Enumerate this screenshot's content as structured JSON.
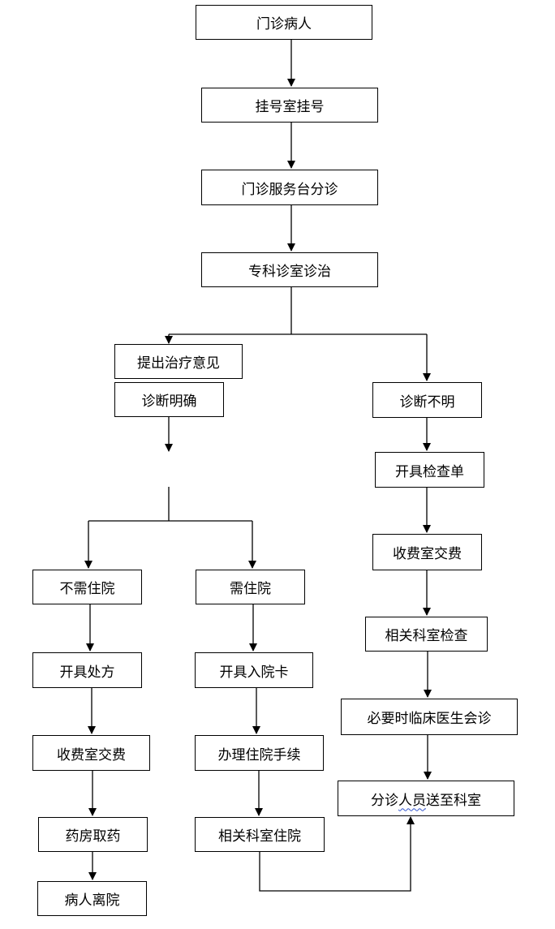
{
  "nodes": {
    "outpatient": "门诊病人",
    "registration": "挂号室挂号",
    "triage_desk": "门诊服务台分诊",
    "specialist": "专科诊室诊治",
    "opinion": "提出治疗意见",
    "diagnosis_clear": "诊断明确",
    "diagnosis_unclear": "诊断不明",
    "no_admission": "不需住院",
    "need_admission": "需住院",
    "prescription": "开具处方",
    "pay_left": "收费室交费",
    "pharmacy": "药房取药",
    "leave": "病人离院",
    "admission_card": "开具入院卡",
    "admission_procedure": "办理住院手续",
    "dept_admission": "相关科室住院",
    "exam_order": "开具检查单",
    "pay_right": "收费室交费",
    "dept_exam": "相关科室检查",
    "consultation": "必要时临床医生会诊",
    "escort_prefix": "分诊",
    "escort_underlined": "人员",
    "escort_suffix": "送至科室"
  },
  "colors": {
    "line": "#000000",
    "box_border": "#000000",
    "spellcheck_underline": "#3355cc"
  }
}
